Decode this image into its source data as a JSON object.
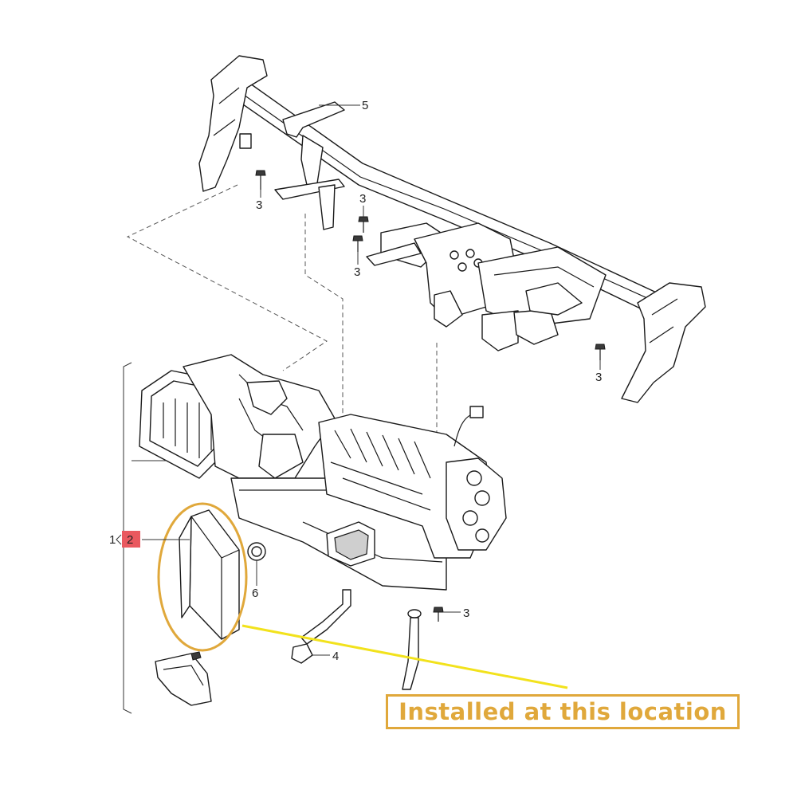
{
  "callouts": {
    "c5": "5",
    "c3_left": "3",
    "c3_mid_top": "3",
    "c3_mid_bottom": "3",
    "c3_right": "3",
    "c3_lower": "3",
    "c6": "6",
    "c4": "4",
    "c1": "1",
    "c2": "2"
  },
  "annotation": {
    "label": "Installed at this location",
    "color": "#e0a83b",
    "pointer_color": "#f2e21c"
  },
  "highlight": {
    "color": "#e9595f"
  }
}
